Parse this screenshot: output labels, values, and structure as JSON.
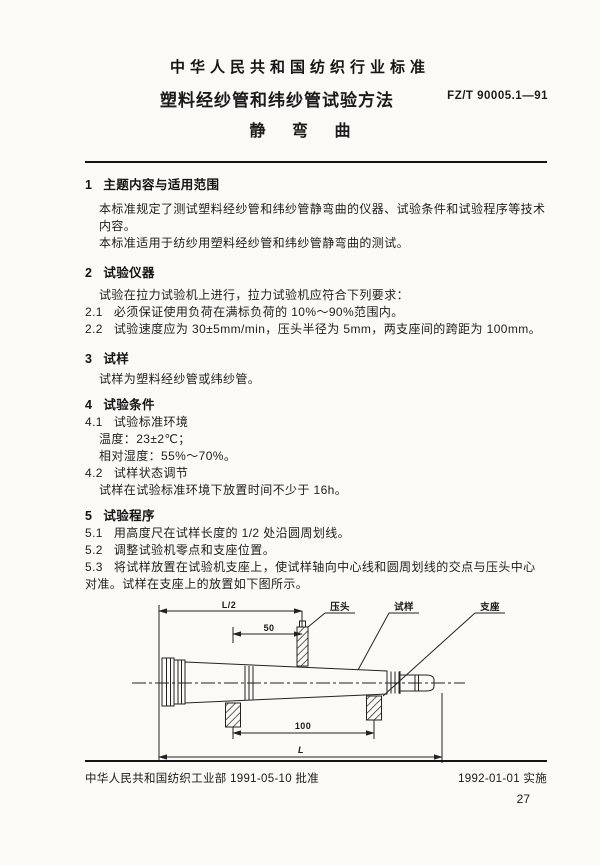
{
  "header": {
    "org_line": "中华人民共和国纺织行业标准",
    "doc_title": "塑料经纱管和纬纱管试验方法",
    "sub_title": "静 弯 曲",
    "standard_no": "FZ/T 90005.1—91"
  },
  "sections": [
    {
      "no": "1",
      "heading": "主题内容与适用范围",
      "p1": "本标准规定了测试塑料经纱管和纬纱管静弯曲的仪器、试验条件和试验程序等技术内容。",
      "p2": "本标准适用于纺纱用塑料经纱管和纬纱管静弯曲的测试。"
    },
    {
      "no": "2",
      "heading": "试验仪器",
      "intro": "试验在拉力试验机上进行，拉力试验机应符合下列要求：",
      "c1_no": "2.1",
      "c1": "必须保证使用负荷在满标负荷的 10%～90%范围内。",
      "c2_no": "2.2",
      "c2": "试验速度应为 30±5mm/min，压头半径为 5mm，两支座间的跨距为 100mm。"
    },
    {
      "no": "3",
      "heading": "试样",
      "p1": "试样为塑料经纱管或纬纱管。"
    },
    {
      "no": "4",
      "heading": "试验条件",
      "c1_no": "4.1",
      "c1": "试验标准环境",
      "c1_sub1": "温度：23±2℃；",
      "c1_sub2": "相对湿度：55%～70%。",
      "c2_no": "4.2",
      "c2": "试样状态调节",
      "c2_sub1": "试样在试验标准环境下放置时间不少于 16h。"
    },
    {
      "no": "5",
      "heading": "试验程序",
      "c1_no": "5.1",
      "c1": "用高度尺在试样长度的 1/2 处沿圆周划线。",
      "c2_no": "5.2",
      "c2": "调整试验机零点和支座位置。",
      "c3_no": "5.3",
      "c3": "将试样放置在试验机支座上，使试样轴向中心线和圆周划线的交点与压头中心对准。试样在支座上的放置如下图所示。"
    }
  ],
  "figure": {
    "label_press_head": "压头",
    "label_specimen": "试样",
    "label_support": "支座",
    "dim_half_length": "L/2",
    "dim_offset": "50",
    "dim_span": "100",
    "dim_total": "L"
  },
  "footer": {
    "approval": "中华人民共和国纺织工业部 1991-05-10 批准",
    "implementation": "1992-01-01 实施",
    "page_number": "27"
  },
  "colors": {
    "ink": "#1b1b1b",
    "paper": "#fbfaf6"
  }
}
